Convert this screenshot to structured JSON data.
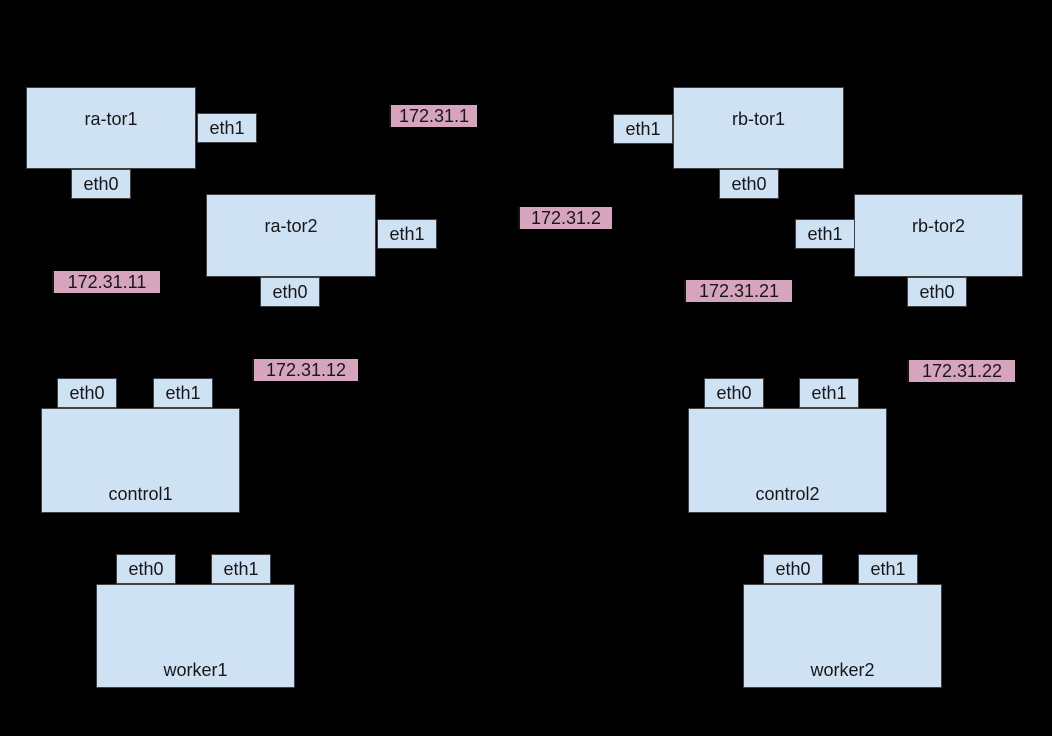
{
  "diagram_type": "network-topology",
  "colors": {
    "background": "#000000",
    "node_fill": "#cfe2f3",
    "node_border": "#3f4042",
    "ip_label_fill": "#d6a5bd",
    "text": "#17171a"
  },
  "nodes": {
    "ra_tor1": {
      "label": "ra-tor1",
      "ports": {
        "eth0": "eth0",
        "eth1": "eth1"
      }
    },
    "ra_tor2": {
      "label": "ra-tor2",
      "ports": {
        "eth0": "eth0",
        "eth1": "eth1"
      }
    },
    "rb_tor1": {
      "label": "rb-tor1",
      "ports": {
        "eth0": "eth0",
        "eth1": "eth1"
      }
    },
    "rb_tor2": {
      "label": "rb-tor2",
      "ports": {
        "eth0": "eth0",
        "eth1": "eth1"
      }
    },
    "control1": {
      "label": "control1",
      "ports": {
        "eth0": "eth0",
        "eth1": "eth1"
      }
    },
    "worker1": {
      "label": "worker1",
      "ports": {
        "eth0": "eth0",
        "eth1": "eth1"
      }
    },
    "control2": {
      "label": "control2",
      "ports": {
        "eth0": "eth0",
        "eth1": "eth1"
      }
    },
    "worker2": {
      "label": "worker2",
      "ports": {
        "eth0": "eth0",
        "eth1": "eth1"
      }
    }
  },
  "ip_labels": [
    "172.31.1",
    "172.31.2",
    "172.31.11",
    "172.31.12",
    "172.31.21",
    "172.31.22"
  ]
}
